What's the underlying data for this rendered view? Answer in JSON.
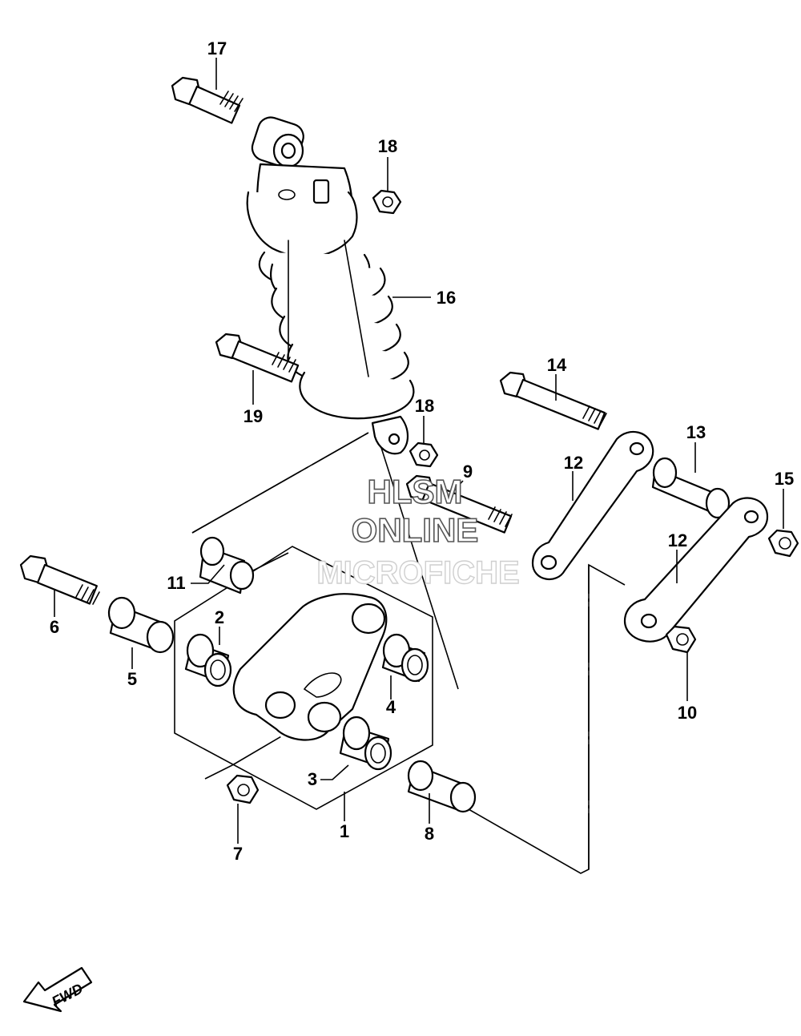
{
  "callouts": {
    "p1": "1",
    "p2": "2",
    "p3": "3",
    "p4": "4",
    "p5": "5",
    "p6": "6",
    "p7": "7",
    "p8": "8",
    "p9": "9",
    "p10": "10",
    "p11": "11",
    "p12a": "12",
    "p12b": "12",
    "p13": "13",
    "p14": "14",
    "p15": "15",
    "p16": "16",
    "p17": "17",
    "p18a": "18",
    "p18b": "18",
    "p19": "19"
  },
  "watermark": {
    "line1": "HLSM",
    "line2": "ONLINE",
    "line3": "MICROFICHE"
  },
  "direction_arrow": {
    "label": "FWD"
  }
}
